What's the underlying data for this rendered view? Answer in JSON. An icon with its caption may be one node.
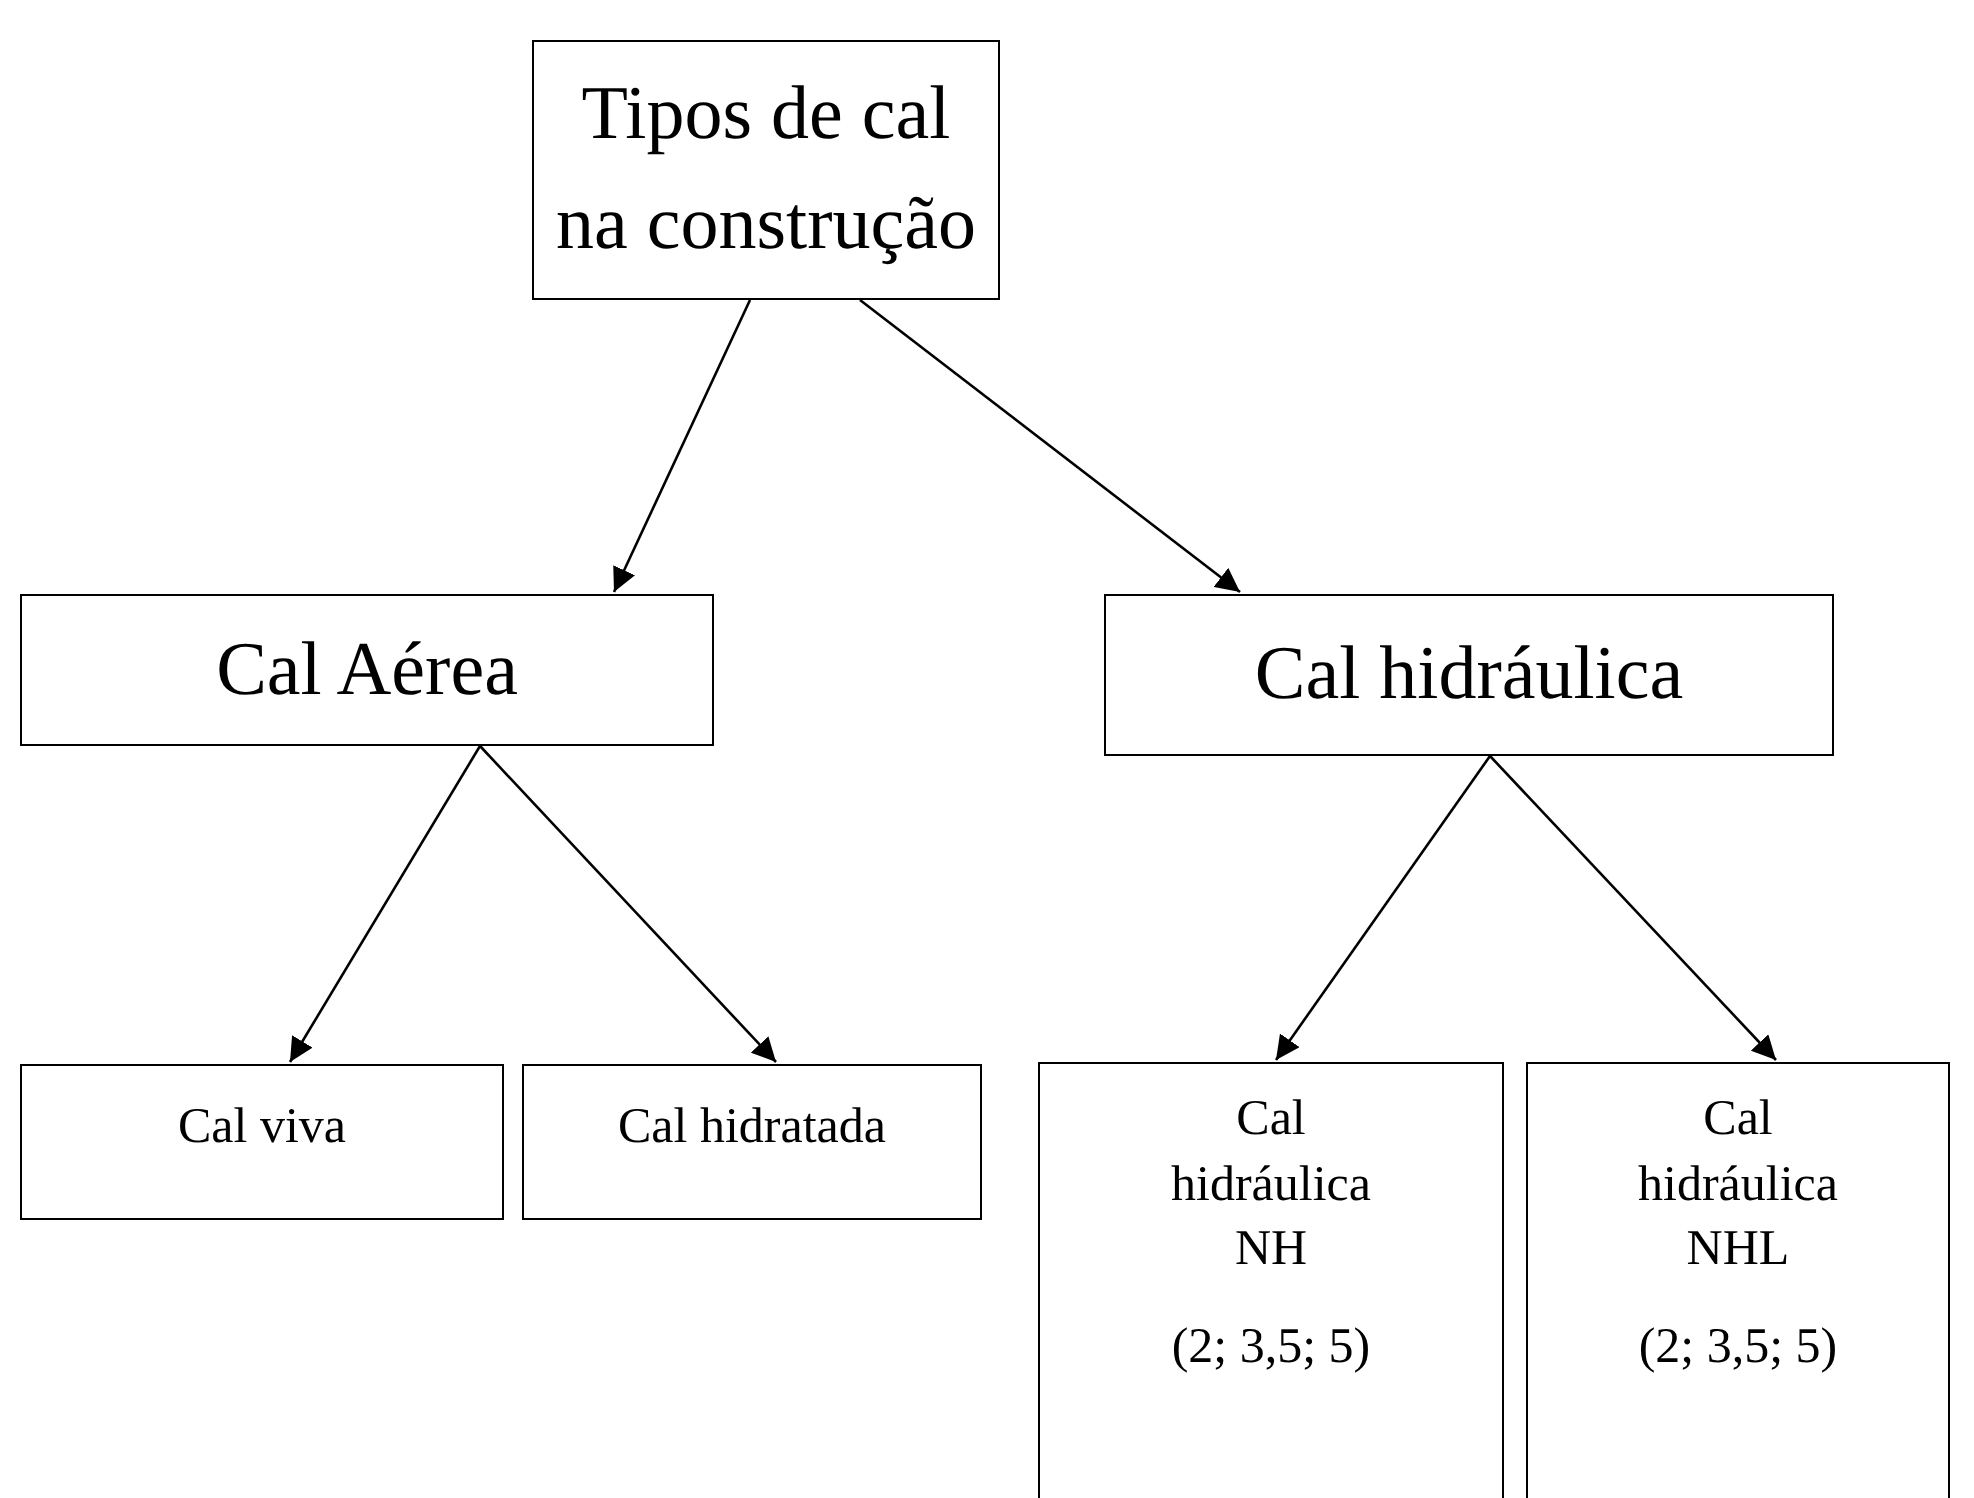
{
  "diagram": {
    "nodes": [
      {
        "text": [
          "Tipos de cal na construção"
        ]
      },
      {
        "text": [
          "Cal Aérea"
        ]
      },
      {
        "text": [
          "Cal hidráulica"
        ]
      },
      {
        "text": [
          "Cal viva"
        ]
      },
      {
        "text": [
          "Cal hidratada"
        ]
      },
      {
        "text": [
          "Cal hidráulica NH",
          "(2; 3,5; 5)"
        ]
      },
      {
        "text": [
          "Cal hidráulica NHL",
          "(2; 3,5; 5)"
        ]
      }
    ],
    "edges": [
      {
        "from": 0,
        "to": 1,
        "arrow": "to"
      },
      {
        "from": 0,
        "to": 2,
        "arrow": "to"
      },
      {
        "from": 1,
        "to": 3,
        "arrow": "to"
      },
      {
        "from": 1,
        "to": 4,
        "arrow": "to"
      },
      {
        "from": 2,
        "to": 5,
        "arrow": "to"
      },
      {
        "from": 2,
        "to": 6,
        "arrow": "to"
      }
    ]
  }
}
